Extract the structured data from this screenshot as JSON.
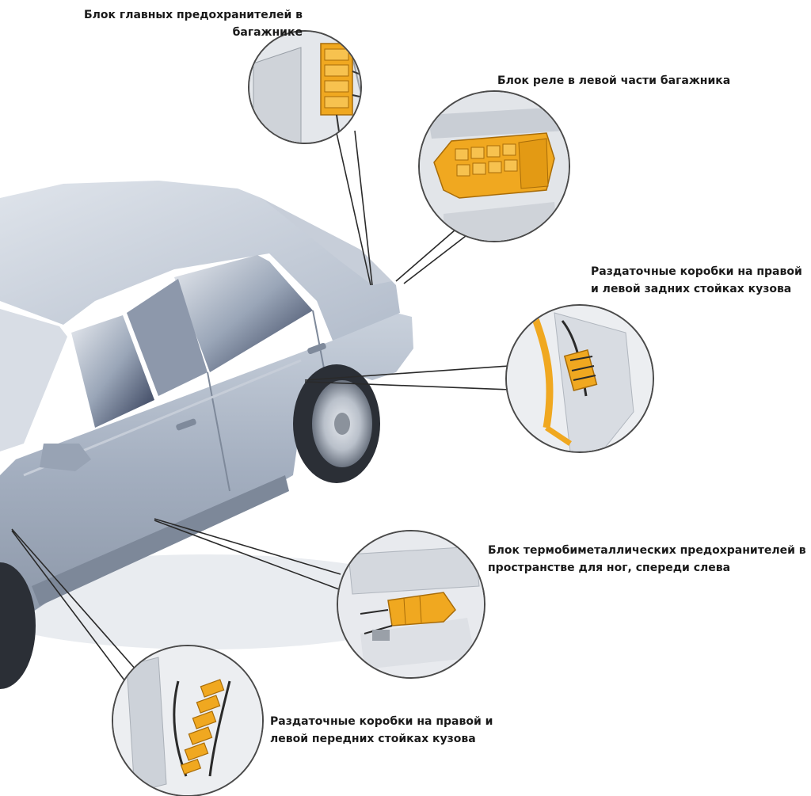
{
  "callouts": [
    {
      "name": "main-fuse-box-trunk",
      "line1": "Блок главных предохранителей в",
      "line2": "багажнике"
    },
    {
      "name": "relay-box-left-trunk",
      "line1": "Блок реле в левой части багажника",
      "line2": ""
    },
    {
      "name": "distribution-boxes-rear-pillars",
      "line1": "Раздаточные коробки на правой",
      "line2": "и левой задних стойках кузова"
    },
    {
      "name": "thermo-bimetal-fuse-box-footwell",
      "line1": "Блок термобиметаллических предохранителей в",
      "line2": "пространстве для ног, спереди слева"
    },
    {
      "name": "distribution-boxes-front-pillars",
      "line1": "Раздаточные коробки на правой и",
      "line2": "левой передних стойках кузова"
    }
  ],
  "colors": {
    "component": "#f0a820",
    "car_body": "#a9b4c4",
    "leader_line": "#2a2a2a"
  }
}
